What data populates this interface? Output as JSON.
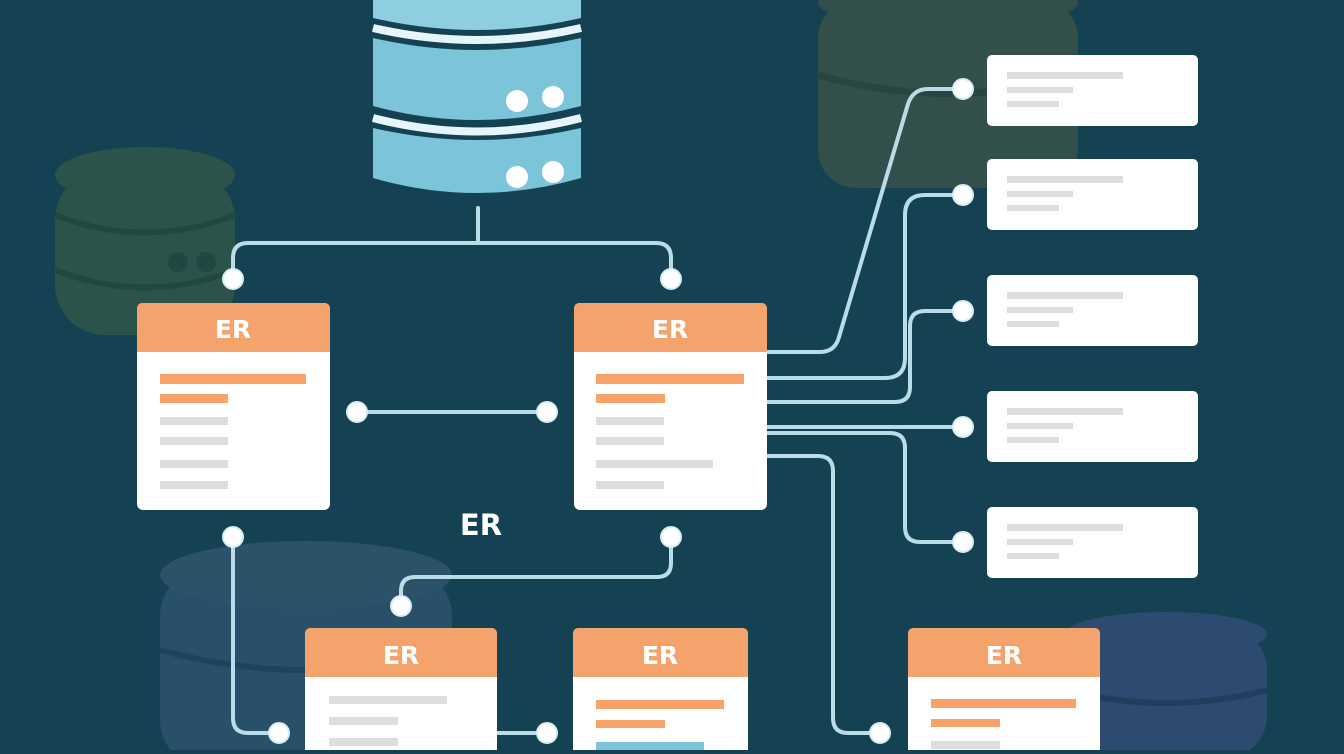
{
  "diagram": {
    "entities": [
      {
        "id": "entity-left",
        "title": "ER"
      },
      {
        "id": "entity-center",
        "title": "ER"
      },
      {
        "id": "entity-bottom-left",
        "title": "ER"
      },
      {
        "id": "entity-bottom-center",
        "title": "ER"
      },
      {
        "id": "entity-bottom-right",
        "title": "ER"
      }
    ],
    "floating_label": "ER",
    "colors": {
      "background": "#154252",
      "header": "#f4a36c",
      "connector": "#b9dce8",
      "card": "#ffffff",
      "field_primary": "#f7a268",
      "field_secondary": "#dedede",
      "database_blue": "#7cc4da",
      "database_green": "#3f6243",
      "database_slate": "#3b5c78"
    },
    "icons": [
      "database-icon",
      "entity-card-icon",
      "connector-dot-icon",
      "record-card-icon"
    ]
  }
}
